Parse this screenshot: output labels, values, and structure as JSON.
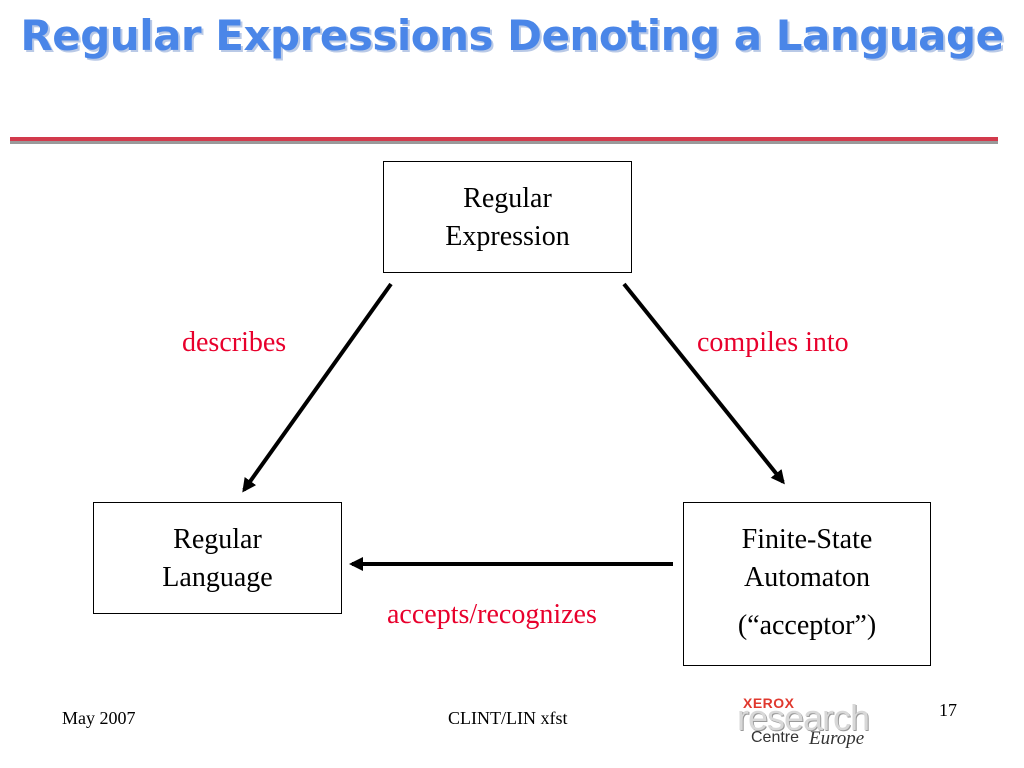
{
  "slide": {
    "title": "Regular Expressions Denoting a Language",
    "title_color": "#4a86e8",
    "rule_color": "#d23a4c"
  },
  "diagram": {
    "nodes": {
      "regular_expression": {
        "line1": "Regular",
        "line2": "Expression"
      },
      "regular_language": {
        "line1": "Regular",
        "line2": "Language"
      },
      "fsa": {
        "line1": "Finite-State",
        "line2": "Automaton",
        "line3": "(“acceptor”)"
      }
    },
    "edges": {
      "describes": "describes",
      "compiles_into": "compiles into",
      "accepts": "accepts/recognizes"
    },
    "label_color": "#e8002c"
  },
  "footer": {
    "date": "May 2007",
    "center": "CLINT/LIN xfst",
    "page_number": "17"
  },
  "logo": {
    "xerox": "XEROX",
    "research": "research",
    "centre": "Centre",
    "europe": "Europe"
  }
}
